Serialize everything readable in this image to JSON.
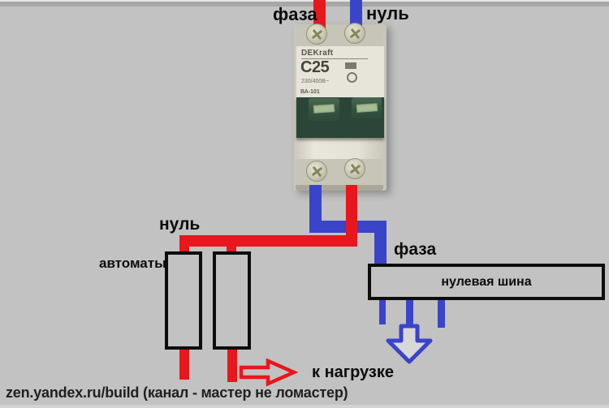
{
  "labels": {
    "phase_top": "фаза",
    "neutral_top": "нуль",
    "neutral_mid": "нуль",
    "phase_mid": "фаза",
    "breakers": "автоматы",
    "neutral_bus": "нулевая шина",
    "to_load": "к нагрузке",
    "watermark": "zen.yandex.ru/build (канал - мастер не ломастер)"
  },
  "breaker": {
    "brand": "DEKraft",
    "rating": "C25",
    "spec": "230/400В~",
    "model": "ВА-101"
  },
  "colors": {
    "background": "#c2c2c2",
    "phase_wire": "#e8161d",
    "neutral_wire": "#3a44c8",
    "outline": "#0d0d0d",
    "text": "#0c0c0c"
  }
}
